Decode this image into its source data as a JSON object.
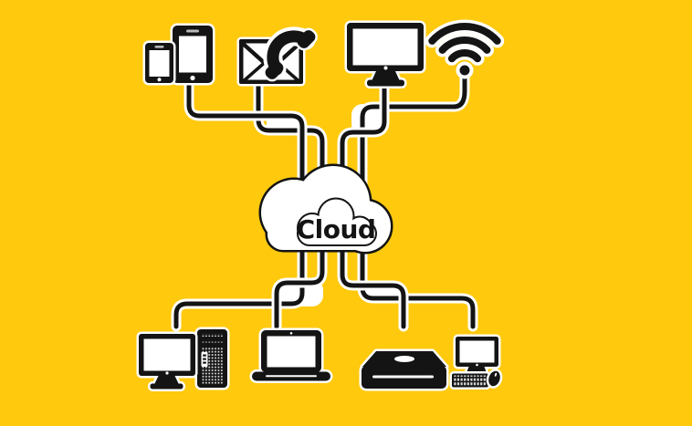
{
  "title": "Cloud computing network diagram",
  "colors": {
    "background": "#FFC90D",
    "line": "#141414",
    "casing": "#FFFFFF",
    "cloud_fill": "#FFFFFF",
    "text": "#141414"
  },
  "cloud": {
    "label": "Cloud"
  },
  "top_devices": [
    {
      "name": "mobile-devices",
      "icons": [
        "smartphone-icon",
        "tablet-icon"
      ]
    },
    {
      "name": "communications",
      "icons": [
        "envelope-icon",
        "phone-handset-icon"
      ]
    },
    {
      "name": "monitor",
      "icons": [
        "monitor-icon"
      ]
    },
    {
      "name": "wireless",
      "icons": [
        "wifi-icon"
      ]
    }
  ],
  "bottom_devices": [
    {
      "name": "workstation",
      "icons": [
        "monitor-icon",
        "tower-pc-icon"
      ]
    },
    {
      "name": "laptop",
      "icons": [
        "laptop-icon"
      ]
    },
    {
      "name": "router",
      "icons": [
        "router-box-icon"
      ]
    },
    {
      "name": "desktop-set",
      "icons": [
        "monitor-icon",
        "keyboard-icon",
        "mouse-icon"
      ]
    }
  ]
}
